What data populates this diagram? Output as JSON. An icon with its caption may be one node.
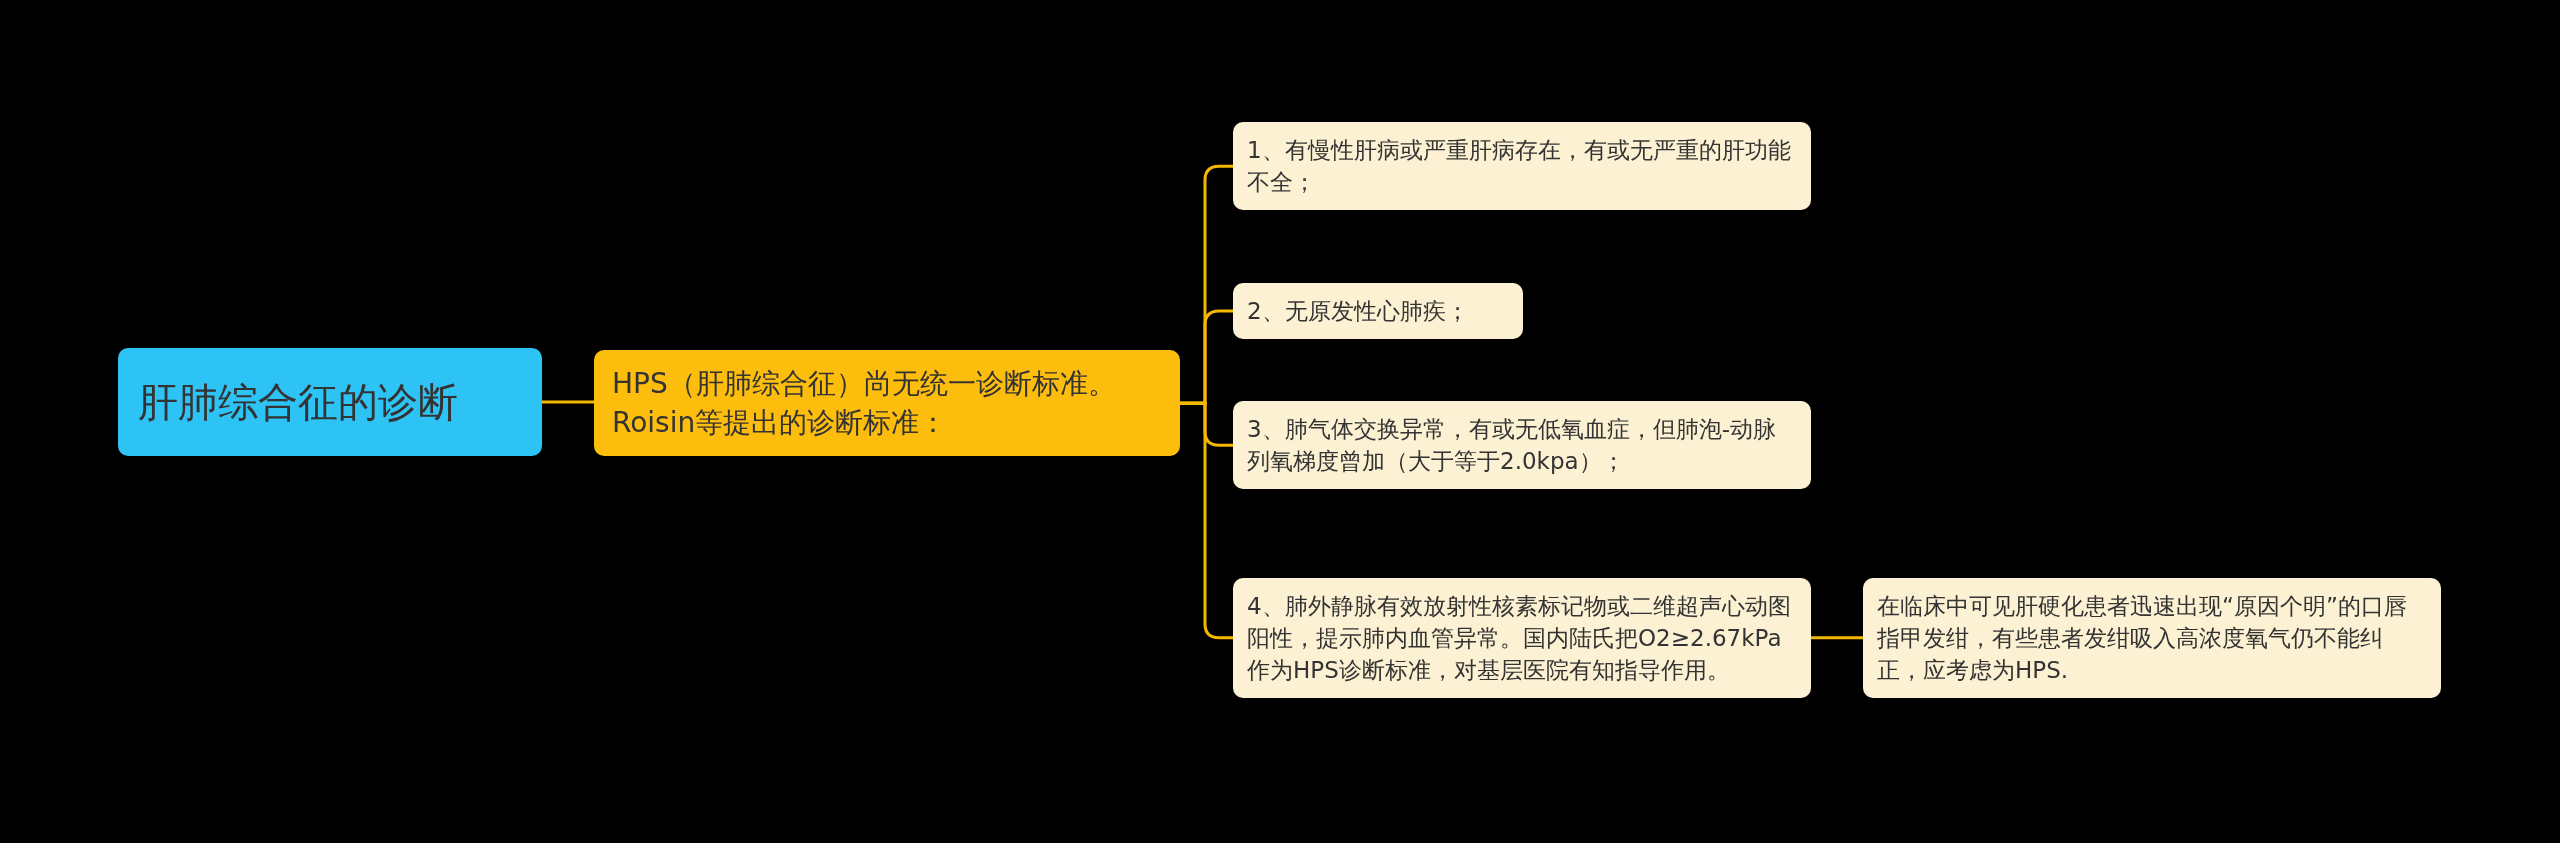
{
  "diagram": {
    "nodes": [
      {
        "text": [
          "肝肺综合征的诊断"
        ]
      },
      {
        "text": [
          "HPS（肝肺综合征）尚无统一诊断标准。Roisin等提出的诊断标准："
        ]
      },
      {
        "text": [
          "1、有慢性肝病或严重肝病存在，有或无严重的肝功能不全；"
        ]
      },
      {
        "text": [
          "2、无原发性心肺疾；"
        ]
      },
      {
        "text": [
          "3、肺气体交换异常，有或无低氧血症，但肺泡-动脉列氧梯度曾加（大于等于2.0kpa）；"
        ]
      },
      {
        "text": [
          "4、肺外静脉有效放射性核素标记物或二维超声心动图阳性，提示肺内血管异常。国内陆氏把O2≥2.67kPa作为HPS诊断标准，对基层医院有知指导作用。"
        ]
      },
      {
        "text": [
          "在临床中可见肝硬化患者迅速出现“原因个明”的口唇指甲发绀，有些患者发绀吸入高浓度氧气仍不能纠正，应考虑为HPS."
        ]
      }
    ],
    "edges": [
      {
        "from": 0,
        "to": 1,
        "arrow": "none"
      },
      {
        "from": 1,
        "to": 2,
        "arrow": "none"
      },
      {
        "from": 1,
        "to": 3,
        "arrow": "none"
      },
      {
        "from": 1,
        "to": 4,
        "arrow": "none"
      },
      {
        "from": 1,
        "to": 5,
        "arrow": "none"
      },
      {
        "from": 5,
        "to": 6,
        "arrow": "none"
      }
    ]
  }
}
